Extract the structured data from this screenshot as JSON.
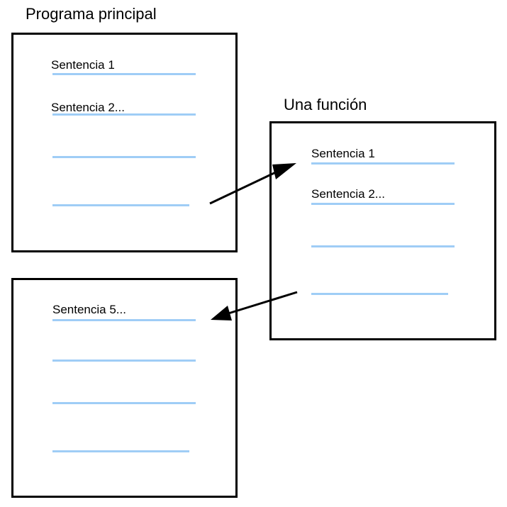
{
  "colors": {
    "border": "#000000",
    "statement_line": "#9fcdf6",
    "arrow": "#000000"
  },
  "main_program": {
    "title": "Programa principal",
    "statements": [
      "Sentencia 1",
      "Sentencia 2..."
    ]
  },
  "function": {
    "title": "Una función",
    "statements": [
      "Sentencia 1",
      "Sentencia 2..."
    ]
  },
  "main_program_continued": {
    "statements": [
      "Sentencia 5..."
    ]
  }
}
